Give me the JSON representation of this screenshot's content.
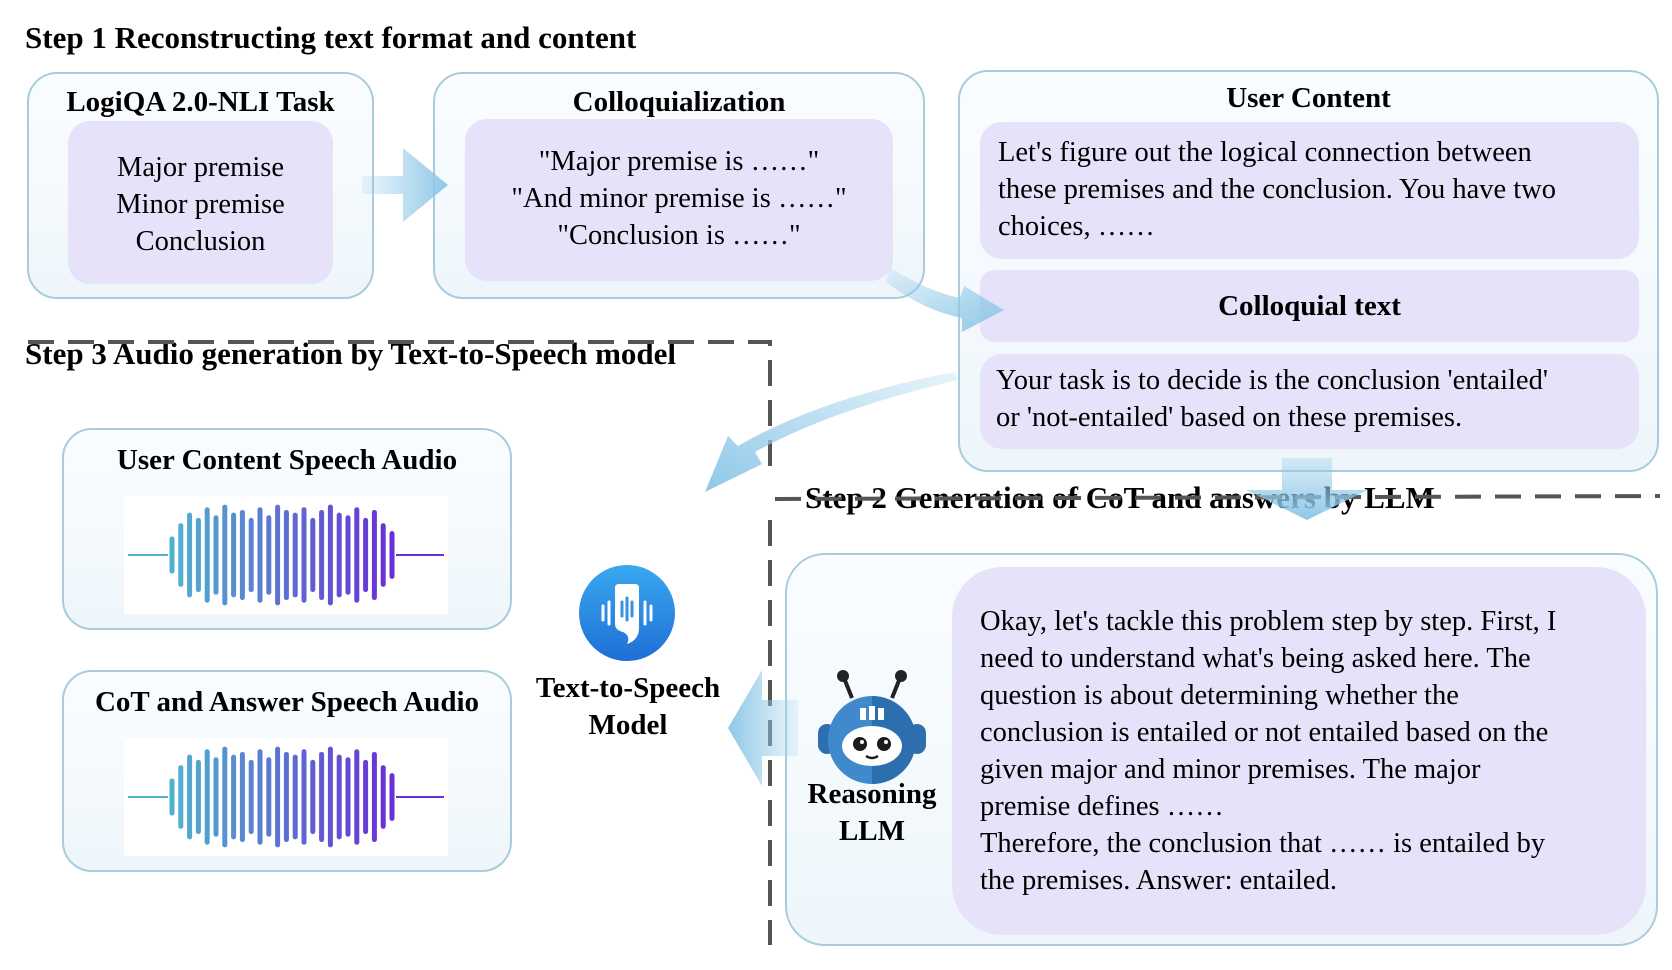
{
  "step1": {
    "heading": "Step 1 Reconstructing text format and content",
    "task_box": {
      "title": "LogiQA 2.0-NLI Task",
      "lines": [
        "Major premise",
        "Minor premise",
        "Conclusion"
      ]
    },
    "colloq_box": {
      "title": "Colloquialization",
      "lines": [
        "\"Major premise is ……\"",
        "\"And minor premise is ……\"",
        "\"Conclusion is ……\""
      ]
    },
    "user_box": {
      "title": "User Content",
      "intro_lines": [
        "Let's figure out the logical connection between",
        "these premises and the conclusion. You have two",
        "choices, ……"
      ],
      "colloquial_label": "Colloquial text",
      "task_lines": [
        "Your task is to decide is the conclusion 'entailed'",
        "or 'not-entailed' based on these premises."
      ]
    }
  },
  "step2": {
    "heading": "Step 2 Generation of CoT and answers by LLM",
    "llm_label_lines": [
      "Reasoning",
      "LLM"
    ],
    "cot_lines": [
      "Okay, let's tackle this problem step by step. First, I",
      "need to understand what's being asked here. The",
      "question is about determining whether the",
      "conclusion is entailed or not entailed based on the",
      "given major and minor premises. The major",
      "premise defines ……",
      "Therefore, the conclusion that …… is entailed by",
      "the premises. Answer: entailed."
    ],
    "robot_icon": "robot-icon"
  },
  "step3": {
    "heading": "Step 3 Audio generation by Text-to-Speech model",
    "user_audio_title": "User Content Speech Audio",
    "cot_audio_title": "CoT and Answer Speech Audio",
    "tts_label_lines": [
      "Text-to-Speech",
      "Model"
    ],
    "tts_icon": "microphone-icon"
  },
  "colors": {
    "box_border": "#a9ccdd",
    "inner_fill": "#e6e2fa",
    "arrow": "#8fc8e8",
    "dash": "#555555",
    "wave_start": "#4fb3cf",
    "wave_end": "#6a2ed6"
  }
}
